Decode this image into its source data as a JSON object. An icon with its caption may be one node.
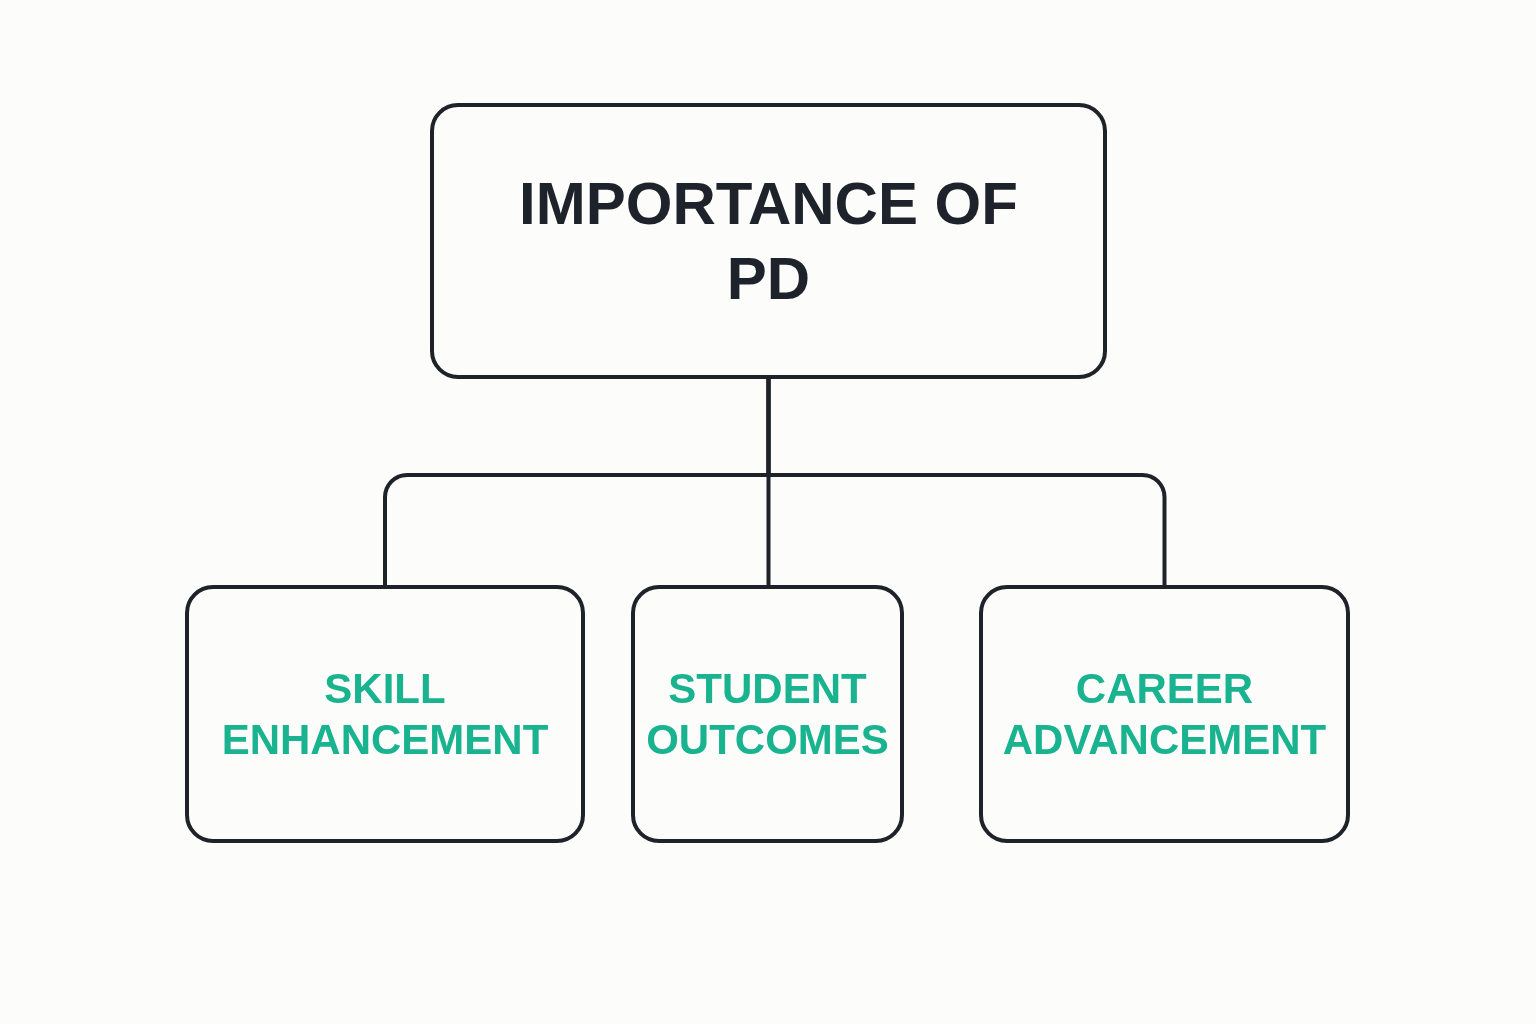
{
  "diagram": {
    "nodes": [
      {
        "text": [
          "IMPORTANCE OF PD"
        ]
      },
      {
        "text": [
          "SKILL ENHANCEMENT"
        ]
      },
      {
        "text": [
          "STUDENT OUTCOMES"
        ]
      },
      {
        "text": [
          "CAREER ADVANCEMENT"
        ]
      }
    ],
    "edges": [
      {
        "from": 0,
        "to": 1,
        "arrow": "none"
      },
      {
        "from": 0,
        "to": 2,
        "arrow": "none"
      },
      {
        "from": 0,
        "to": 3,
        "arrow": "none"
      }
    ]
  }
}
